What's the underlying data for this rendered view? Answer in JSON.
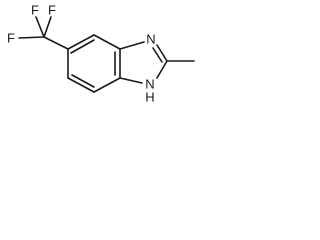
{
  "molecule": {
    "atoms": {
      "f1": "F",
      "f2": "F",
      "f3": "F",
      "n_imine": "N",
      "n_amine": "N",
      "h_amine": "H"
    },
    "colors": {
      "bond": "#1a1a1a",
      "text": "#1a1a1a",
      "background": "#ffffff"
    }
  }
}
